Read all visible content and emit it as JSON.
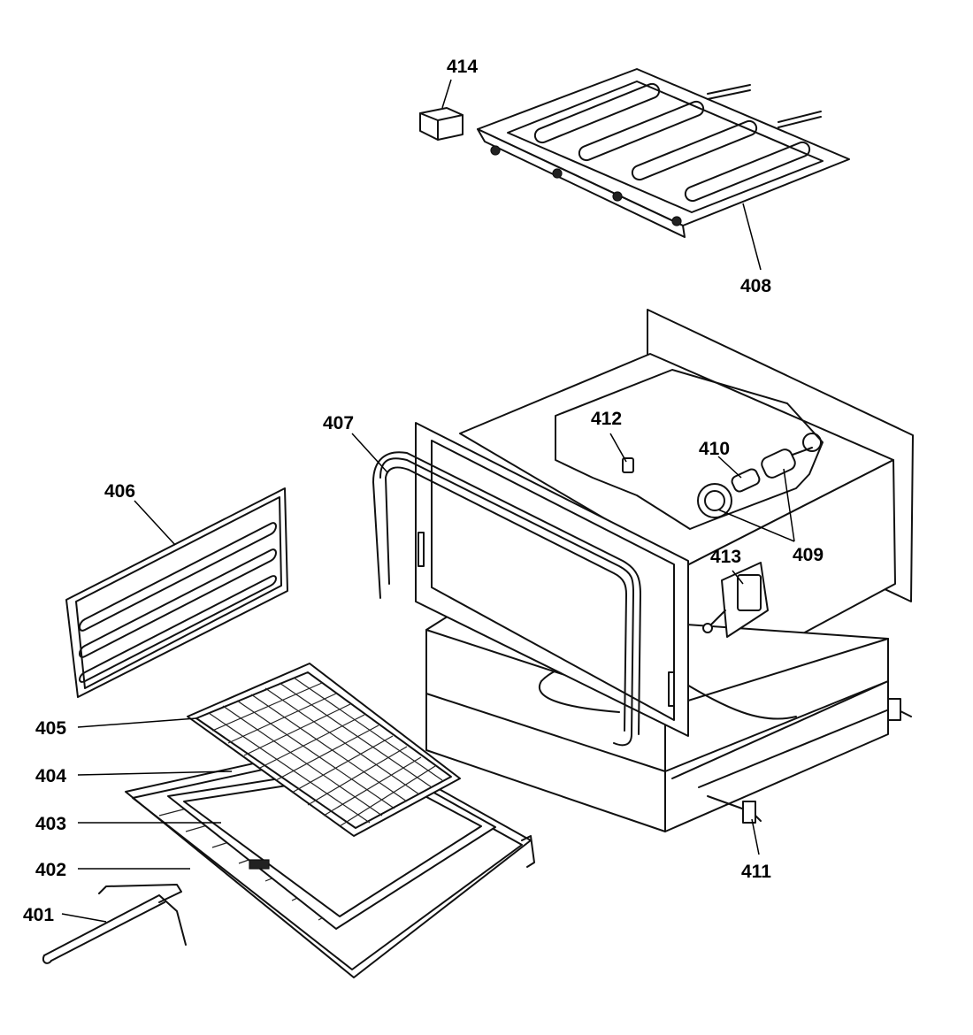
{
  "parts": [
    {
      "id": "p401",
      "number": "401"
    },
    {
      "id": "p402",
      "number": "402"
    },
    {
      "id": "p403",
      "number": "403"
    },
    {
      "id": "p404",
      "number": "404"
    },
    {
      "id": "p405",
      "number": "405"
    },
    {
      "id": "p406",
      "number": "406"
    },
    {
      "id": "p407",
      "number": "407"
    },
    {
      "id": "p408",
      "number": "408"
    },
    {
      "id": "p409",
      "number": "409"
    },
    {
      "id": "p410",
      "number": "410"
    },
    {
      "id": "p411",
      "number": "411"
    },
    {
      "id": "p412",
      "number": "412"
    },
    {
      "id": "p413",
      "number": "413"
    },
    {
      "id": "p414",
      "number": "414"
    }
  ]
}
